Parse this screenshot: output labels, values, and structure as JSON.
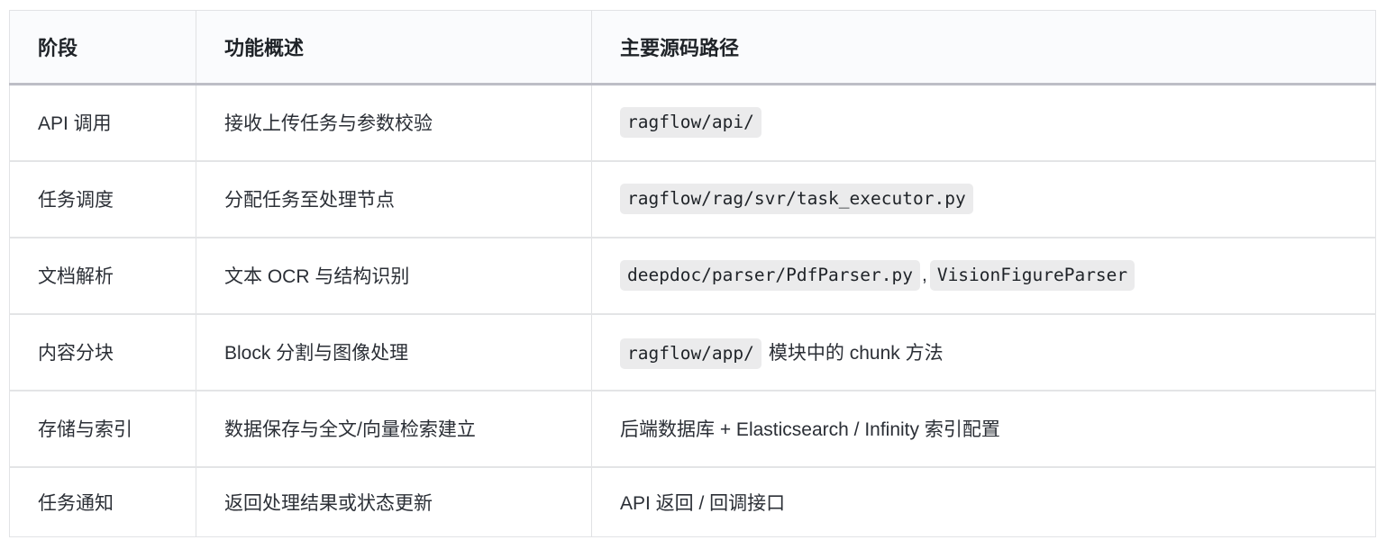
{
  "table": {
    "columns": [
      {
        "key": "stage",
        "label": "阶段"
      },
      {
        "key": "summary",
        "label": "功能概述"
      },
      {
        "key": "path",
        "label": "主要源码路径"
      }
    ],
    "rows": [
      {
        "stage": "API 调用",
        "summary": "接收上传任务与参数校验",
        "path_chips": [
          "ragflow/api/"
        ],
        "path_separator": "",
        "path_trailing": ""
      },
      {
        "stage": "任务调度",
        "summary": "分配任务至处理节点",
        "path_chips": [
          "ragflow/rag/svr/task_executor.py"
        ],
        "path_separator": "",
        "path_trailing": ""
      },
      {
        "stage": "文档解析",
        "summary": "文本 OCR 与结构识别",
        "path_chips": [
          "deepdoc/parser/PdfParser.py",
          "VisionFigureParser"
        ],
        "path_separator": ",",
        "path_trailing": ""
      },
      {
        "stage": "内容分块",
        "summary": "Block 分割与图像处理",
        "path_chips": [
          "ragflow/app/"
        ],
        "path_separator": "",
        "path_trailing": "模块中的 chunk 方法"
      },
      {
        "stage": "存储与索引",
        "summary": "数据保存与全文/向量检索建立",
        "path_chips": [],
        "path_separator": "",
        "path_trailing": "后端数据库 + Elasticsearch / Infinity 索引配置"
      },
      {
        "stage": "任务通知",
        "summary": "返回处理结果或状态更新",
        "path_chips": [],
        "path_separator": "",
        "path_trailing": "API 返回 / 回调接口"
      }
    ]
  },
  "colors": {
    "header_background": "#fafbfd",
    "header_text": "#1f2328",
    "body_text": "#2b2f36",
    "chip_background": "#ebebec",
    "header_rule": "#bdbec6",
    "row_rule": "#e3e4e6",
    "table_border": "#e2e3e6"
  }
}
